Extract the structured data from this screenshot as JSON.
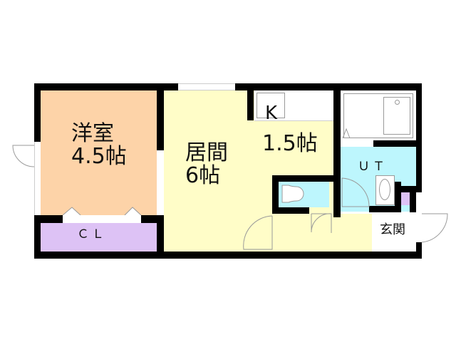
{
  "floorplan": {
    "rooms": [
      {
        "id": "western-room",
        "name": "洋室",
        "size": "4.5帖",
        "color": "#fdd3a8"
      },
      {
        "id": "closet",
        "name": "CL",
        "color": "#ddc2f5"
      },
      {
        "id": "living-room",
        "name": "居間",
        "size": "6帖",
        "color": "#fffdc8"
      },
      {
        "id": "kitchen",
        "name": "K",
        "size": "1.5帖",
        "color": "#fffdc8"
      },
      {
        "id": "toilet",
        "name": "",
        "color": "#bdf6fd"
      },
      {
        "id": "utility",
        "name": "UT",
        "color": "#bdf6fd"
      },
      {
        "id": "entrance",
        "name": "玄関",
        "color": "#ffffff"
      },
      {
        "id": "shoe-storage",
        "name": "",
        "color": "#ddc2f5"
      }
    ],
    "labels": {
      "western_room": "洋室\n4.5帖",
      "closet": "ＣＬ",
      "living_room": "居間\n6帖",
      "kitchen_name": "K",
      "kitchen_size": "1.5帖",
      "utility": "ＵＴ",
      "entrance": "玄関"
    },
    "colors": {
      "wall": "#000000",
      "western_room": "#fdd3a8",
      "closet": "#ddc2f5",
      "living": "#fffdc8",
      "wet_area": "#bdf6fd",
      "fixture_line": "#9a9a9a"
    }
  }
}
